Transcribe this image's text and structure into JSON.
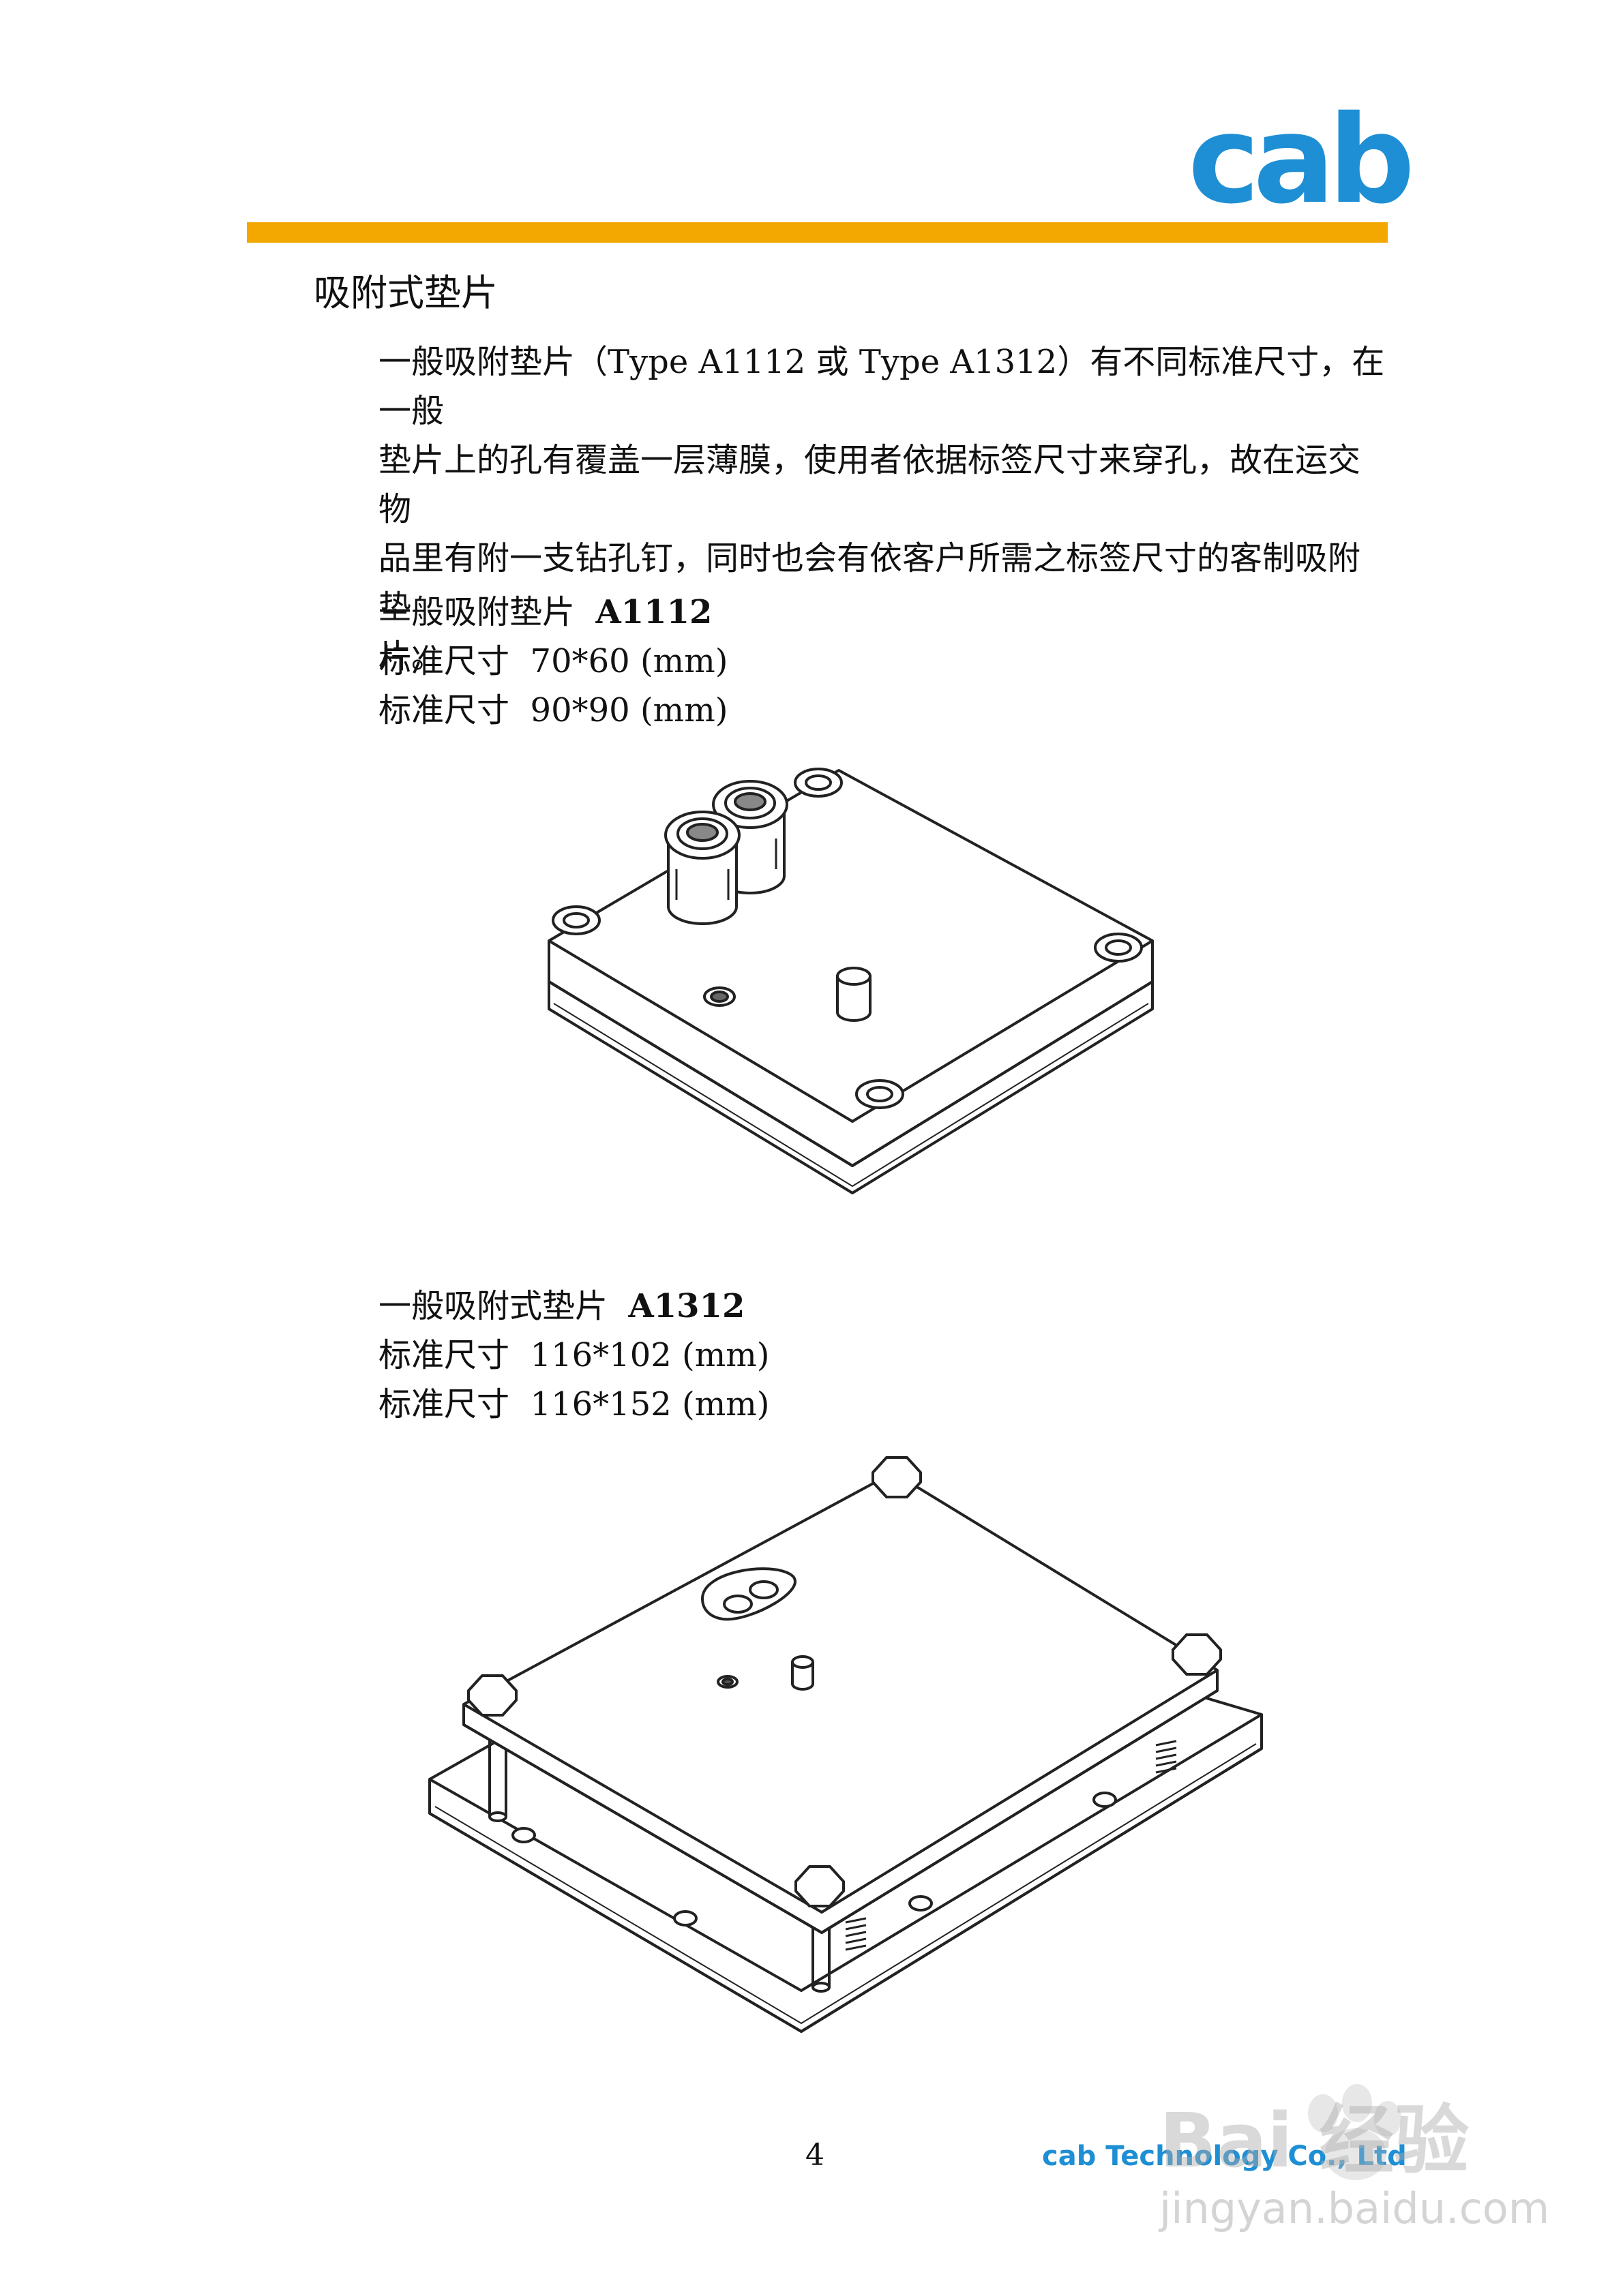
{
  "header": {
    "logo_text": "cab",
    "brand_color": "#1e8fd4",
    "bar_color": "#f2a800"
  },
  "section": {
    "title": "吸附式垫片",
    "intro_lines": [
      "一般吸附垫片（Type A1112 或 Type A1312）有不同标准尺寸，在一般",
      "垫片上的孔有覆盖一层薄膜，使用者依据标签尺寸来穿孔，故在运交物",
      "品里有附一支钻孔钉，同时也会有依客户所需之标签尺寸的客制吸附垫",
      "片。"
    ]
  },
  "products": [
    {
      "heading": "一般吸附垫片",
      "model": "A1112",
      "size_label": "标准尺寸",
      "sizes": [
        "70*60 (mm)",
        "90*90 (mm)"
      ]
    },
    {
      "heading": "一般吸附式垫片",
      "model": "A1312",
      "size_label": "标准尺寸",
      "sizes": [
        "116*102 (mm)",
        "116*152 (mm)"
      ]
    }
  ],
  "footer": {
    "page_number": "4",
    "company": "cab  Technology  Co., Ltd"
  },
  "watermark": {
    "line1": "Bai  经验",
    "line2": "jingyan.baidu.com"
  }
}
